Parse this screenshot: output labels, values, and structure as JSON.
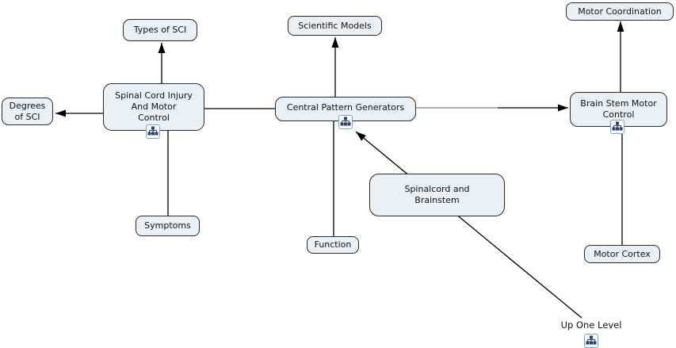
{
  "app": {
    "view": "concept-map"
  },
  "colors": {
    "background": "#ffffff",
    "node_fill": "#e9f1f7",
    "node_border": "#2a2a2a",
    "edge": "#000000",
    "edge_muted": "#7d7d7d",
    "submap_icon_border": "#7ba3d0",
    "submap_icon_glyph": "#2d3f6d",
    "text": "#111111"
  },
  "nodes": {
    "types_of_sci": {
      "label": "Types of SCI"
    },
    "scientific_models": {
      "label": "Scientific Models"
    },
    "motor_coordination": {
      "label": "Motor Coordination"
    },
    "degrees_of_sci": {
      "label": "Degrees\nof SCI"
    },
    "spinal_cord_injury": {
      "label": "Spinal Cord Injury\nAnd Motor\nControl",
      "has_submap_icon": true
    },
    "central_pattern_generators": {
      "label": "Central Pattern Generators",
      "has_submap_icon": true
    },
    "brain_stem_motor_control": {
      "label": "Brain Stem Motor\nControl",
      "has_submap_icon": true
    },
    "spinalcord_and_brainstem": {
      "label": "Spinalcord and\nBrainstem"
    },
    "symptoms": {
      "label": "Symptoms"
    },
    "function": {
      "label": "Function"
    },
    "motor_cortex": {
      "label": "Motor Cortex"
    }
  },
  "up_one_level": {
    "label": "Up One Level",
    "icon": "submap-icon"
  },
  "edges": [
    {
      "from": "spinal_cord_injury",
      "to": "types_of_sci",
      "style": "arrow"
    },
    {
      "from": "spinal_cord_injury",
      "to": "degrees_of_sci",
      "style": "arrow"
    },
    {
      "from": "spinal_cord_injury",
      "to": "central_pattern_generators",
      "style": "line"
    },
    {
      "from": "central_pattern_generators",
      "to": "scientific_models",
      "style": "arrow"
    },
    {
      "from": "central_pattern_generators",
      "to": "brain_stem_motor_control",
      "style": "arrow"
    },
    {
      "from": "brain_stem_motor_control",
      "to": "motor_coordination",
      "style": "arrow"
    },
    {
      "from": "symptoms",
      "to": "spinal_cord_injury",
      "style": "line"
    },
    {
      "from": "function",
      "to": "central_pattern_generators",
      "style": "line"
    },
    {
      "from": "motor_cortex",
      "to": "brain_stem_motor_control",
      "style": "line"
    },
    {
      "from": "up_one_level",
      "to": "central_pattern_generators",
      "style": "arrow"
    }
  ]
}
